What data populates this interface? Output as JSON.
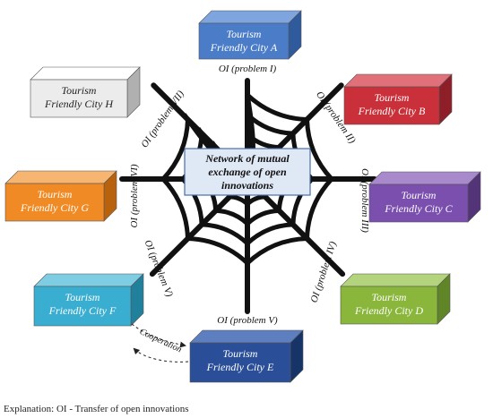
{
  "colors": {
    "web": "#111111",
    "center_fill": "#dfe8f5",
    "center_border": "#4a6ea8"
  },
  "center": {
    "lines": [
      "Network of mutual",
      "exchange of open",
      "innovations"
    ]
  },
  "cities": [
    {
      "id": "A",
      "lines": [
        "Tourism",
        "Friendly City A"
      ],
      "front": "#4a7cc8",
      "top": "#7ea5de",
      "side": "#2f5a9c",
      "text": "#ffffff"
    },
    {
      "id": "B",
      "lines": [
        "Tourism",
        "Friendly City B"
      ],
      "front": "#c9303a",
      "top": "#e0707a",
      "side": "#8e1e27",
      "text": "#ffffff"
    },
    {
      "id": "C",
      "lines": [
        "Tourism",
        "Friendly City C"
      ],
      "front": "#7a4fae",
      "top": "#a889cc",
      "side": "#533478",
      "text": "#ffffff"
    },
    {
      "id": "D",
      "lines": [
        "Tourism",
        "Friendly City D"
      ],
      "front": "#8ab63c",
      "top": "#b3d37c",
      "side": "#5f8526",
      "text": "#ffffff"
    },
    {
      "id": "E",
      "lines": [
        "Tourism",
        "Friendly City E"
      ],
      "front": "#2a4f98",
      "top": "#5d7fc0",
      "side": "#173468",
      "text": "#ffffff"
    },
    {
      "id": "F",
      "lines": [
        "Tourism",
        "Friendly City F"
      ],
      "front": "#3aaed0",
      "top": "#7fcde3",
      "side": "#21809c",
      "text": "#ffffff"
    },
    {
      "id": "G",
      "lines": [
        "Tourism",
        "Friendly City G"
      ],
      "front": "#f08a24",
      "top": "#f6b671",
      "side": "#b9620e",
      "text": "#ffffff"
    },
    {
      "id": "H",
      "lines": [
        "Tourism",
        "Friendly City H"
      ],
      "front": "#ececec",
      "top": "#ffffff",
      "side": "#b0b0b0",
      "text": "#222222"
    }
  ],
  "oi_labels": [
    "OI (problem I)",
    "OI (problem II)",
    "OI (problem III)",
    "OI (problem IV)",
    "OI (problem V)",
    "OI (problem V)",
    "OI (problem VI)",
    "OI (problem VII)"
  ],
  "cooperation_label": "Cooperation",
  "explanation": "Explanation:  OI - Transfer of open innovations"
}
